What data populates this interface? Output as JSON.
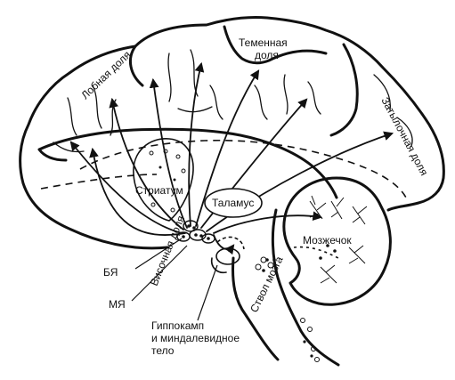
{
  "labels": {
    "frontal_lobe": "Лобная доля",
    "parietal_lobe_line1": "Теменная",
    "parietal_lobe_line2": "доля",
    "occipital_lobe": "Затылочная доля",
    "striatum": "Стриатум",
    "thalamus": "Таламус",
    "cerebellum": "Мозжечок",
    "temporal_lobe": "Височная доля",
    "brainstem": "Ствол мозга",
    "vta": "БЯ",
    "mn": "МЯ",
    "hippocampus_line1": "Гиппокамп",
    "hippocampus_line2": "и миндалевидное",
    "hippocampus_line3": "тело"
  },
  "colors": {
    "ink": "#111111",
    "background": "#ffffff"
  }
}
